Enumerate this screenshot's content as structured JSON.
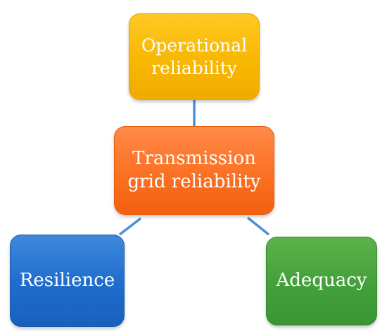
{
  "nodes": {
    "operational": {
      "line1": "Operational",
      "line2": "reliability"
    },
    "transmission": {
      "line1": "Transmission",
      "line2": "grid reliability"
    },
    "resilience": {
      "label": "Resilience"
    },
    "adequacy": {
      "label": "Adequacy"
    }
  },
  "colors": {
    "connector": "#4a90d9",
    "operational": "#f8b800",
    "transmission": "#fb7123",
    "resilience": "#1e6ccc",
    "adequacy": "#43a03a"
  }
}
